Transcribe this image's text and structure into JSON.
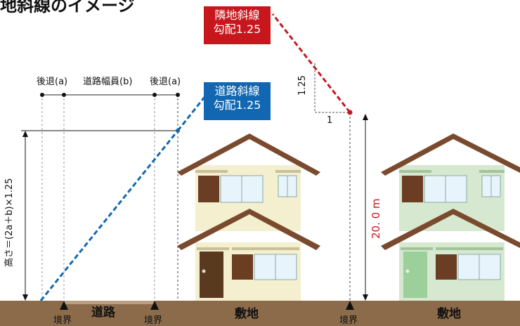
{
  "title": "地斜線のイメージ",
  "dimensions": {
    "setback_a_left": "後退(a)",
    "road_width_b": "道路幅員(b)",
    "setback_a_right": "後退(a)"
  },
  "neighbor_line_label": {
    "line1": "隣地斜線",
    "line2": "勾配1.25"
  },
  "road_line_label": {
    "line1": "道路斜線",
    "line2": "勾配1.25"
  },
  "slope_triangle": {
    "rise": "1.25",
    "run": "1"
  },
  "height_formula": "高さ＝(2a＋b)×1.25",
  "height_value": "20. 0 m",
  "ground_labels": {
    "road": "道路",
    "site_left": "敷地",
    "site_right": "敷地"
  },
  "boundary_label": "境界",
  "colors": {
    "red": "#c8161d",
    "blue": "#1167b1",
    "ground": "#8b6b4a",
    "house_left_wall": "#f3efcf",
    "house_right_wall": "#d6e8cf",
    "roof": "#7a4a2e"
  }
}
